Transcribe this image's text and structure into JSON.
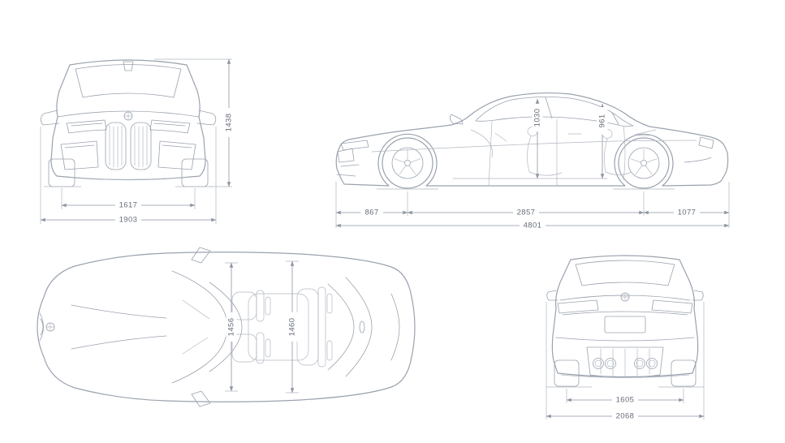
{
  "diagram": "car-dimensions-blueprint",
  "colors": {
    "background": "#ffffff",
    "car_line": "#9aa2ae",
    "dimension_line": "#8e95a1",
    "dimension_text": "#666d79"
  },
  "views": {
    "front": {
      "height": "1438",
      "track": "1617",
      "overall_width": "1903"
    },
    "side": {
      "interior_front": "1030",
      "interior_rear": "961",
      "front_overhang": "867",
      "wheelbase": "2857",
      "rear_overhang": "1077",
      "length": "4801"
    },
    "top": {
      "interior_front": "1456",
      "interior_rear": "1460"
    },
    "rear": {
      "track": "1605",
      "overall_width": "2068"
    }
  }
}
